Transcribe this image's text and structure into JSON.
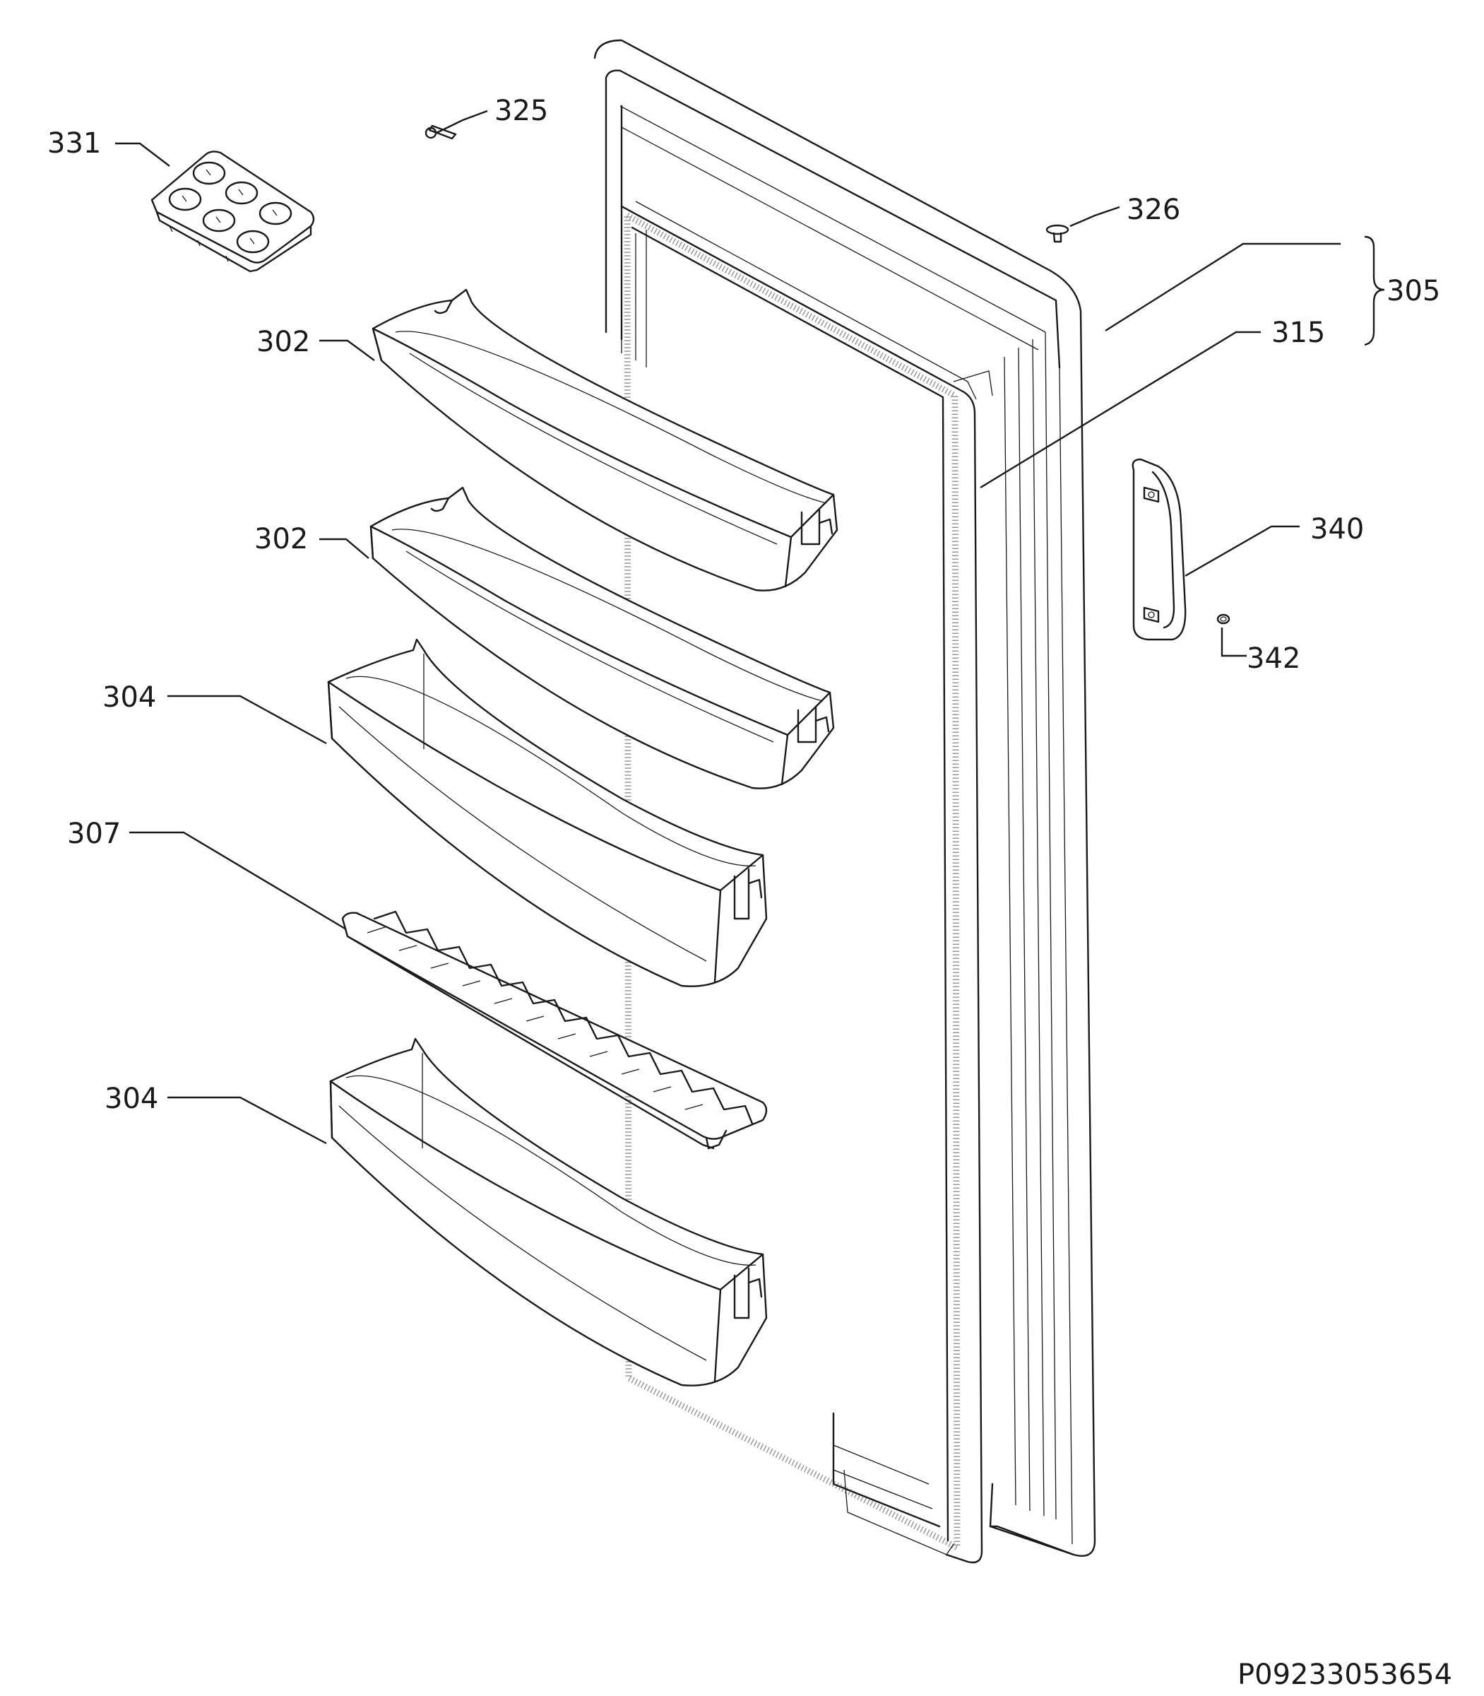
{
  "figure_code": "P09233053654",
  "callouts": {
    "c302a": "302",
    "c302b": "302",
    "c304a": "304",
    "c304b": "304",
    "c305": "305",
    "c307": "307",
    "c315": "315",
    "c325": "325",
    "c326": "326",
    "c331": "331",
    "c340": "340",
    "c342": "342"
  }
}
